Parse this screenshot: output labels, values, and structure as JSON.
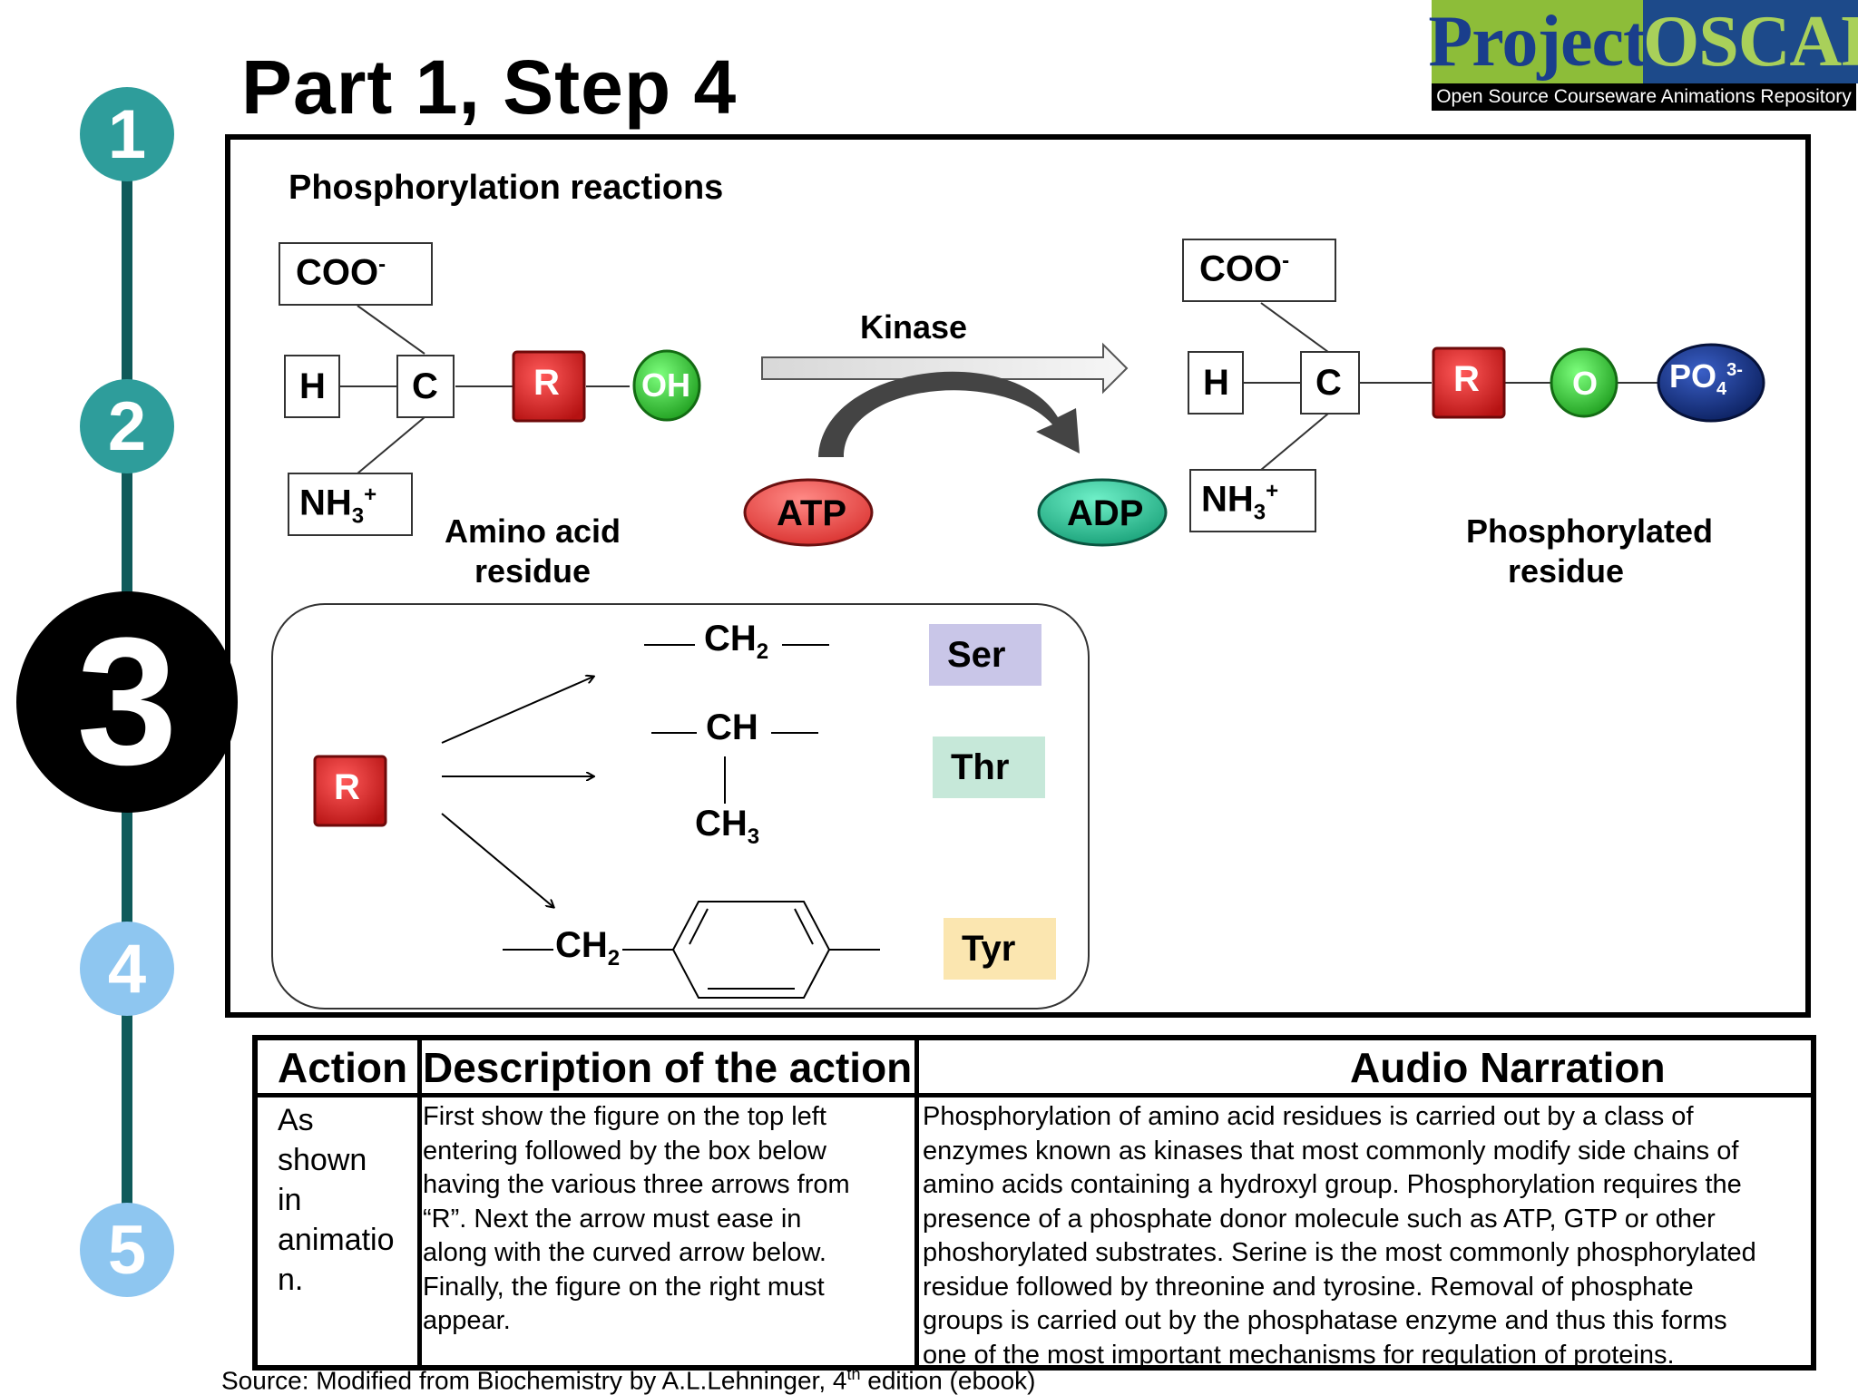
{
  "slide": {
    "title": "Part 1, Step 4"
  },
  "steps": [
    {
      "label": "1",
      "state": "done",
      "color": "#2e9d9b"
    },
    {
      "label": "2",
      "state": "done",
      "color": "#2e9d9b"
    },
    {
      "label": "3",
      "state": "current",
      "color": "#000000"
    },
    {
      "label": "4",
      "state": "upcoming",
      "color": "#8ec6f0"
    },
    {
      "label": "5",
      "state": "upcoming",
      "color": "#8ec6f0"
    }
  ],
  "logo": {
    "word1": "Project",
    "word2": "OSCAR",
    "tagline": "Open Source Courseware Animations Repository"
  },
  "diagram": {
    "heading": "Phosphorylation reactions",
    "substrate": {
      "coo": "COO",
      "coo_charge": "-",
      "h": "H",
      "c": "C",
      "r": "R",
      "oh": "OH",
      "nh": "NH",
      "nh_sub": "3",
      "nh_charge": "+",
      "caption_line1": "Amino acid",
      "caption_line2": "residue"
    },
    "enzyme": "Kinase",
    "donor": "ATP",
    "product_cofactor": "ADP",
    "product": {
      "coo": "COO",
      "coo_charge": "-",
      "h": "H",
      "c": "C",
      "r": "R",
      "o": "O",
      "po": "PO",
      "po_sub": "4",
      "po_charge": "3-",
      "nh": "NH",
      "nh_sub": "3",
      "nh_charge": "+",
      "caption_line1": "Phosphorylated",
      "caption_line2": "residue"
    },
    "side_chains": {
      "r": "R",
      "ser_group": "CH",
      "ser_sub": "2",
      "ser": "Ser",
      "thr_group": "CH",
      "thr_methyl": "CH",
      "thr_methyl_sub": "3",
      "thr": "Thr",
      "tyr_group": "CH",
      "tyr_sub": "2",
      "tyr": "Tyr"
    },
    "colors": {
      "r_box": "#d11a1a",
      "oh_ball": "#2ec42e",
      "po4_ball": "#14307a",
      "atp": "#e8433f",
      "adp": "#1fb88c",
      "ser_bg": "#c9c6e8",
      "thr_bg": "#c6e8d9",
      "tyr_bg": "#fbe6b0"
    }
  },
  "table": {
    "headers": [
      "Action",
      "Description of the action",
      "Audio Narration"
    ],
    "action_lines": [
      "As",
      "shown",
      "in",
      "animatio",
      "n."
    ],
    "description_lines": [
      "First show the figure on the top left",
      "entering followed by the box below",
      "having the various three arrows from",
      "“R”. Next the arrow must ease in",
      "along with the curved arrow below.",
      "Finally, the figure on the right must",
      "appear."
    ],
    "narration_lines": [
      "Phosphorylation of amino acid residues is carried out by a class of",
      "enzymes known as kinases that most commonly modify side chains of",
      "amino acids containing a hydroxyl group.  Phosphorylation requires the",
      "presence of a phosphate donor molecule such as ATP, GTP or other",
      "phoshorylated substrates. Serine is the most commonly phosphorylated",
      "residue followed by threonine and tyrosine. Removal of phosphate",
      "groups is carried out by the phosphatase enzyme and thus this forms",
      "one of the most important mechanisms for regulation of proteins."
    ]
  },
  "source": {
    "prefix": "Source: Modified from Biochemistry by A.L.Lehninger, 4",
    "sup": "th",
    "suffix": " edition (ebook)"
  }
}
